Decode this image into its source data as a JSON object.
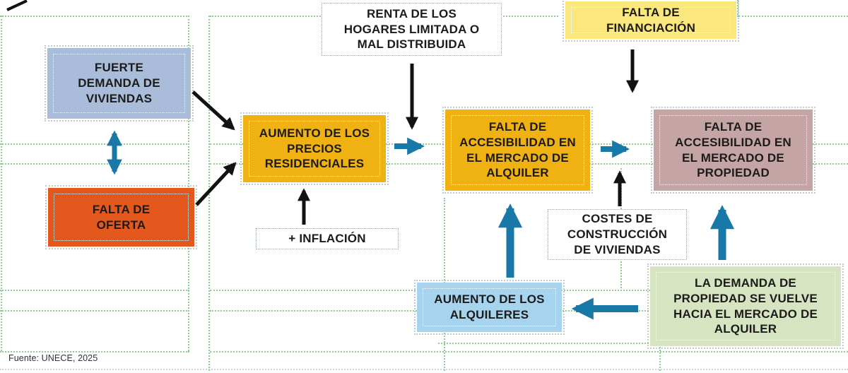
{
  "diagram": {
    "title_domain": "housing-market-flowchart",
    "source_note": "Fuente: UNECE, 2025",
    "colors": {
      "node_lavender": "#a9bcda",
      "node_orange": "#e4581d",
      "node_gold": "#f0b213",
      "node_pale_yellow": "#fbe87d",
      "node_mauve": "#c4a4a4",
      "node_light_blue": "#a6d3ee",
      "node_pale_green": "#d7e4c1",
      "node_white": "#ffffff",
      "arrow_black": "#121212",
      "arrow_teal": "#1878a8",
      "grid_green": "#8fd08f"
    },
    "nodes": {
      "fuerte_demanda": {
        "label": "FUERTE\nDEMANDA DE\nVIVIENDAS",
        "color": "#a9bcda"
      },
      "falta_oferta": {
        "label": "FALTA DE\nOFERTA",
        "color": "#e4581d"
      },
      "aumento_precios": {
        "label": "AUMENTO DE LOS\nPRECIOS\nRESIDENCIALES",
        "color": "#f0b213"
      },
      "inflacion": {
        "label": "+ INFLACIÓN",
        "color": "#ffffff"
      },
      "renta_hogares": {
        "label": "RENTA DE LOS\nHOGARES LIMITADA O\nMAL DISTRIBUIDA",
        "color": "#ffffff"
      },
      "falta_financiacion": {
        "label": "FALTA DE\nFINANCIACIÓN",
        "color": "#fbe87d"
      },
      "falta_acc_alquiler": {
        "label": "FALTA DE\nACCESIBILIDAD EN\nEL MERCADO DE\nALQUILER",
        "color": "#f0b213"
      },
      "falta_acc_propiedad": {
        "label": "FALTA DE\nACCESIBILIDAD EN\nEL MERCADO DE\nPROPIEDAD",
        "color": "#c4a4a4"
      },
      "costes_construccion": {
        "label": "COSTES DE\nCONSTRUCCIÓN\nDE VIVIENDAS",
        "color": "#ffffff"
      },
      "aumento_alquileres": {
        "label": "AUMENTO DE LOS\nALQUILERES",
        "color": "#a6d3ee"
      },
      "demanda_propiedad": {
        "label": "LA DEMANDA DE\nPROPIEDAD SE VUELVE\nHACIA EL MERCADO DE\nALQUILER",
        "color": "#d7e4c1"
      }
    },
    "edges": [
      {
        "from": "fuerte_demanda",
        "to": "falta_oferta",
        "style": "teal-double"
      },
      {
        "from": "fuerte_demanda",
        "to": "aumento_precios",
        "style": "black"
      },
      {
        "from": "falta_oferta",
        "to": "aumento_precios",
        "style": "black"
      },
      {
        "from": "inflacion",
        "to": "aumento_precios",
        "style": "black"
      },
      {
        "from": "renta_hogares",
        "to": "falta_acc_alquiler",
        "style": "black"
      },
      {
        "from": "aumento_precios",
        "to": "falta_acc_alquiler",
        "style": "teal"
      },
      {
        "from": "falta_financiacion",
        "to": "falta_acc_propiedad",
        "style": "black"
      },
      {
        "from": "falta_acc_alquiler",
        "to": "falta_acc_propiedad",
        "style": "teal"
      },
      {
        "from": "costes_construccion",
        "to": "falta_acc_propiedad",
        "style": "black"
      },
      {
        "from": "aumento_alquileres",
        "to": "falta_acc_alquiler",
        "style": "teal-thick"
      },
      {
        "from": "demanda_propiedad",
        "to": "falta_acc_propiedad",
        "style": "teal-thick"
      },
      {
        "from": "demanda_propiedad",
        "to": "aumento_alquileres",
        "style": "teal-thick"
      }
    ]
  }
}
